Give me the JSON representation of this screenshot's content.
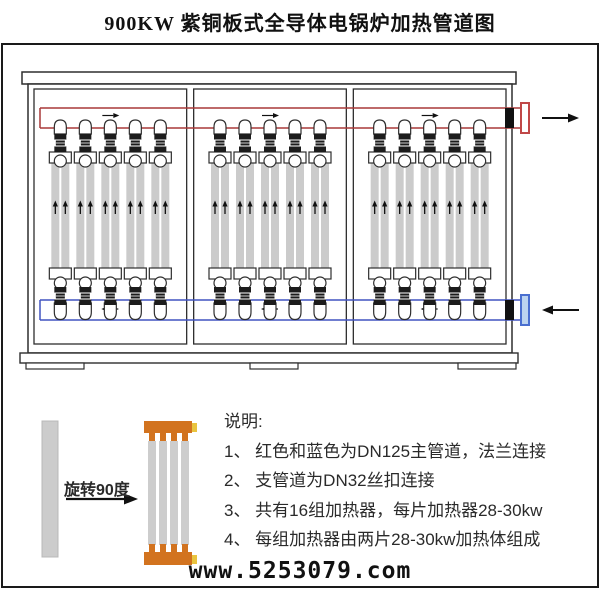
{
  "title": "900KW 紫铜板式全导体电锅炉加热管道图",
  "diagram": {
    "panels": 3,
    "heaters_per_panel": 5,
    "tubes_per_heater": 2,
    "supply_pipe_color": "#a83838",
    "supply_flange_color": "#c04848",
    "return_pipe_color": "#4153c0",
    "return_flange_stroke": "#4a6fd0",
    "return_flange_fill": "#bcd4f0",
    "tube_color": "#cbcbcb",
    "outline_color": "#2e2e2e",
    "flow_top_direction": "right",
    "flow_bottom_direction": "left"
  },
  "legend": {
    "rotate_label": "旋转90度",
    "detail_tubes": 4,
    "detail_cap_color": "#d2731f",
    "detail_tab_color": "#e9c43f",
    "detail_tube_color": "#cdcdcd",
    "bar_color": "#cccccc"
  },
  "notes": {
    "heading": "说明:",
    "items": [
      "1、 红色和蓝色为DN125主管道，法兰连接",
      "2、 支管道为DN32丝扣连接",
      "3、 共有16组加热器，每片加热器28-30kw",
      "4、 每组加热器由两片28-30kw加热体组成"
    ]
  },
  "watermark": "www.5253079.com"
}
